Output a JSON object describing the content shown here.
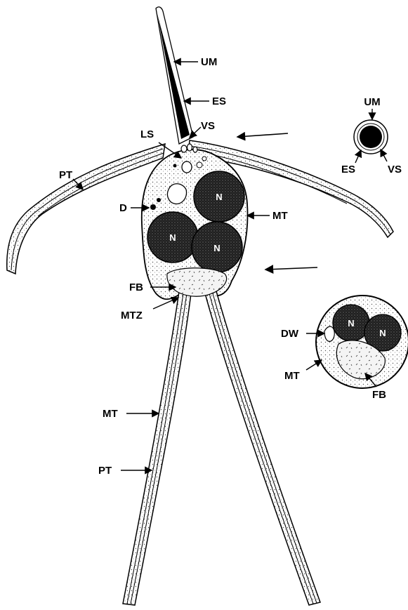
{
  "labels": {
    "um": "UM",
    "es": "ES",
    "vs": "VS",
    "ls": "LS",
    "pt_upper": "PT",
    "d": "D",
    "mt_right": "MT",
    "fb": "FB",
    "mtz": "MTZ",
    "mt_lower": "MT",
    "pt_lower": "PT"
  },
  "nuclei": {
    "n1": "N",
    "n2": "N",
    "n3": "N"
  },
  "cross_section_small": {
    "um": "UM",
    "es": "ES",
    "vs": "VS"
  },
  "cross_section_large": {
    "dw": "DW",
    "mt": "MT",
    "fb": "FB",
    "n1": "N",
    "n2": "N"
  },
  "colors": {
    "ink": "#000000",
    "paper": "#ffffff",
    "stipple": "#4a4a4a",
    "nucleus": "#1f1f1f"
  }
}
